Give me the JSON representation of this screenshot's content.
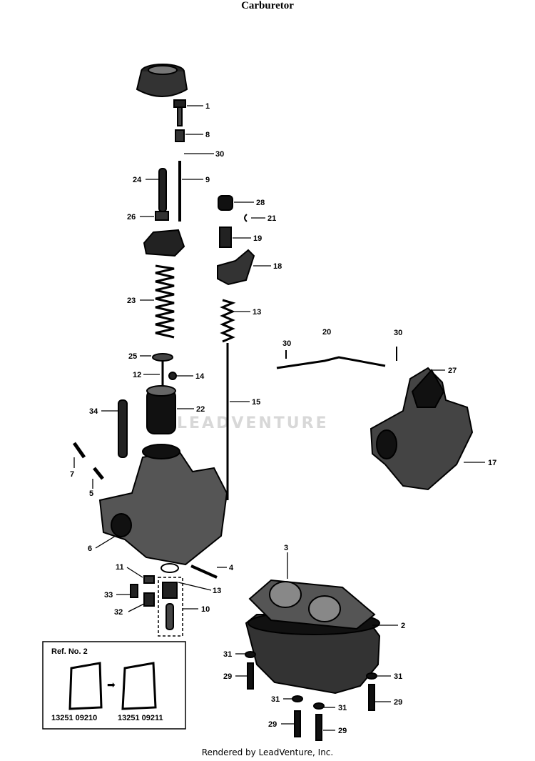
{
  "title": "Carburetor",
  "watermark": "LEADVENTURE",
  "footer": "Rendered by LeadVenture, Inc.",
  "callouts": [
    "1",
    "8",
    "30",
    "9",
    "24",
    "26",
    "28",
    "21",
    "19",
    "18",
    "23",
    "13",
    "20",
    "30",
    "30",
    "25",
    "12",
    "14",
    "27",
    "22",
    "15",
    "34",
    "7",
    "5",
    "17",
    "6",
    "3",
    "11",
    "4",
    "13",
    "33",
    "32",
    "10",
    "2",
    "31",
    "29",
    "31",
    "31",
    "31",
    "29",
    "29",
    "29"
  ],
  "ref_box": {
    "title": "Ref. No. 2",
    "part_old": "13251 09210",
    "part_new": "13251 09211"
  }
}
